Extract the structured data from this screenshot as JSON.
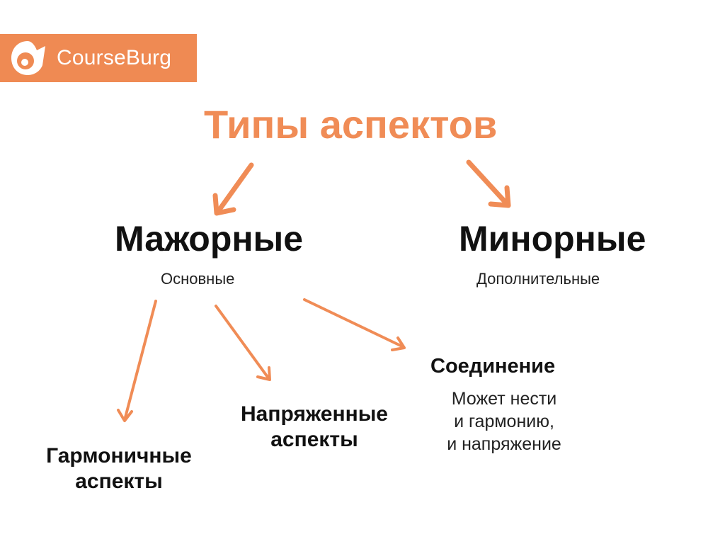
{
  "brand": {
    "name": "CourseBurg",
    "color": "#ef8a53",
    "logo_icon": "courseburg-logo-icon"
  },
  "diagram": {
    "title": "Типы аспектов",
    "accent_color": "#f08c56",
    "major": {
      "label": "Мажорные",
      "subtitle": "Основные"
    },
    "minor": {
      "label": "Минорные",
      "subtitle": "Дополнительные"
    },
    "harmonic": {
      "line1": "Гармоничные",
      "line2": "аспекты"
    },
    "tense": {
      "line1": "Напряженные",
      "line2": "аспекты"
    },
    "conjunction": {
      "label": "Соединение",
      "desc_line1": "Может нести",
      "desc_line2": "и гармонию,",
      "desc_line3": "и напряжение"
    }
  }
}
